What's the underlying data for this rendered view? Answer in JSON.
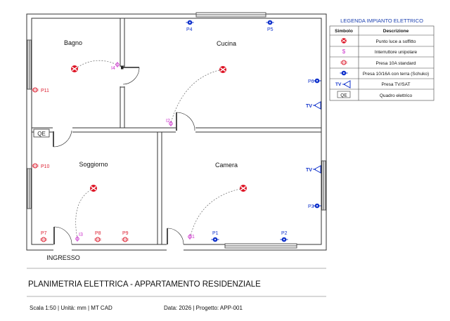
{
  "plan": {
    "rooms": {
      "bagno": "Bagno",
      "cucina": "Cucina",
      "soggiorno": "Soggiorno",
      "camera": "Camera"
    },
    "labels": {
      "qe": "QE",
      "ingresso": "INGRESSO",
      "p1": "P1",
      "p2": "P2",
      "p3": "P3",
      "p4": "P4",
      "p5": "P5",
      "p6": "P6",
      "p7": "P7",
      "p8": "P8",
      "p9": "P9",
      "p10": "P10",
      "p11": "P11",
      "i1": "I1",
      "i2": "I2",
      "i3": "I3",
      "i4": "I4",
      "tv": "TV"
    },
    "colors": {
      "wall": "#333333",
      "window": "#555555",
      "lamp": "#dd1122",
      "socket_10a": "#dd2233",
      "socket_schuko": "#1133cc",
      "switch": "#cc33cc",
      "tv": "#1133cc"
    }
  },
  "legend": {
    "title": "LEGENDA IMPIANTO ELETTRICO",
    "col_symbol": "Simbolo",
    "col_description": "Descrizione",
    "rows": [
      {
        "icon": "ceiling-light-icon",
        "description": "Punto luce a soffitto"
      },
      {
        "icon": "switch-icon",
        "symbol_text": "$",
        "description": "Interruttore unipolare"
      },
      {
        "icon": "socket-10a-icon",
        "description": "Presa 10A standard"
      },
      {
        "icon": "socket-schuko-icon",
        "description": "Presa 10/16A con terra (Schuko)"
      },
      {
        "icon": "tv-socket-icon",
        "symbol_text": "TV",
        "description": "Presa TV/SAT"
      },
      {
        "icon": "panel-icon",
        "symbol_text": "QE",
        "description": "Quadro elettrico"
      }
    ]
  },
  "title_block": {
    "title": "PLANIMETRIA ELETTRICA - APPARTAMENTO RESIDENZIALE",
    "scale_info": "Scala 1:50 | Unità: mm | MT CAD",
    "date_info": "Data: 2026 | Progetto: APP-001"
  }
}
